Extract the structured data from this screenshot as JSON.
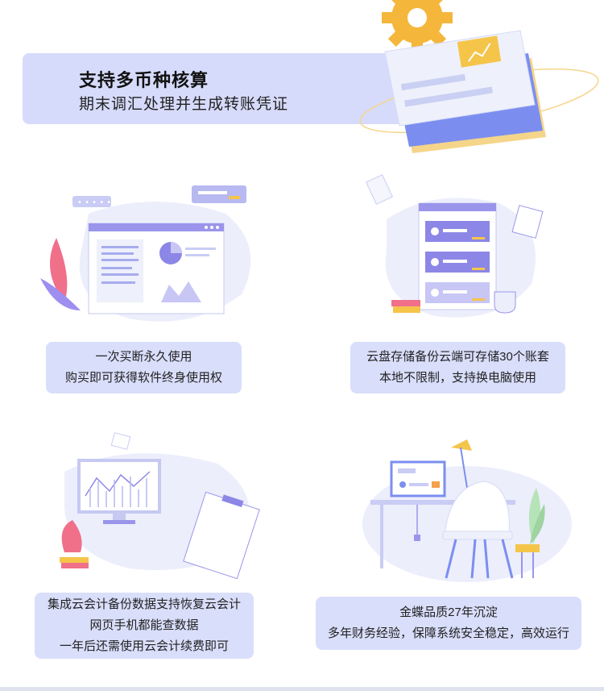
{
  "banner": {
    "title": "支持多币种核算",
    "subtitle": "期末调汇处理并生成转账凭证"
  },
  "features": [
    {
      "line1": "一次买断永久使用",
      "line2": "购买即可获得软件终身使用权"
    },
    {
      "line1": "云盘存储备份云端可存储30个账套",
      "line2": "本地不限制，支持换电脑使用"
    },
    {
      "line1": "集成云会计备份数据支持恢复云会计",
      "line2": "网页手机都能查数据",
      "line3": "一年后还需使用云会计续费即可"
    },
    {
      "line1": "金蝶品质27年沉淀",
      "line2": "多年财务经验，保障系统安全稳定，高效运行"
    }
  ],
  "colors": {
    "card_bg": "#d9defb",
    "accent_purple": "#8c87e6",
    "accent_yellow": "#f5c54a",
    "accent_pink": "#f0708a"
  }
}
